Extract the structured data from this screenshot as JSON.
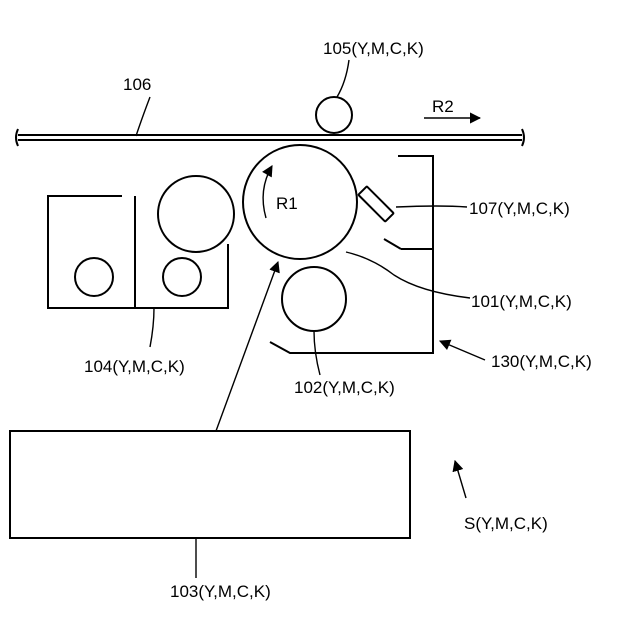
{
  "colors": {
    "line": "#000000",
    "background": "#ffffff"
  },
  "labels": {
    "belt": "106",
    "transfer_roller": "105(Y,M,C,K)",
    "belt_direction": "R2",
    "drum_rotation": "R1",
    "cleaning_blade": "107(Y,M,C,K)",
    "drum": "101(Y,M,C,K)",
    "charging_roller": "102(Y,M,C,K)",
    "developing_unit": "104(Y,M,C,K)",
    "cartridge": "130(Y,M,C,K)",
    "exposure_unit": "103(Y,M,C,K)",
    "station": "S(Y,M,C,K)"
  }
}
